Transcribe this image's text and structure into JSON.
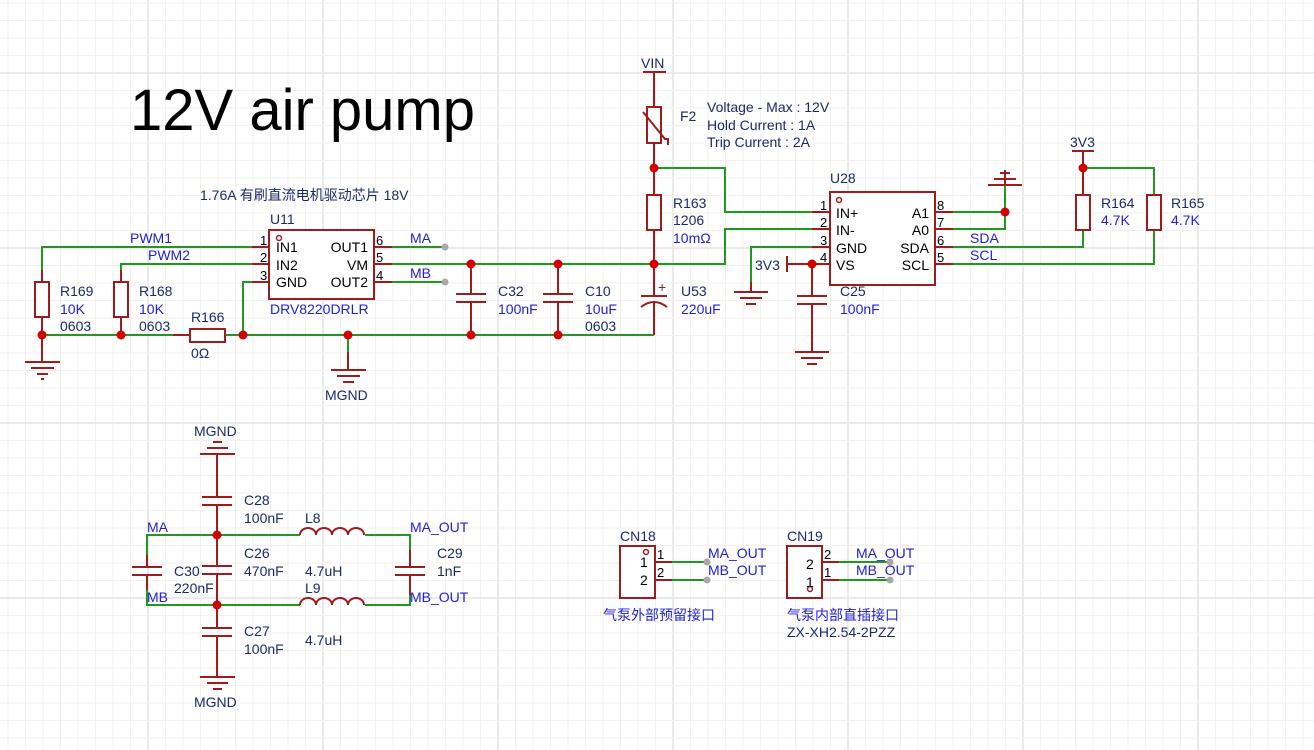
{
  "title": "12V air pump",
  "driver_note": "1.76A 有刷直流电机驱动芯片 18V",
  "u11": {
    "ref": "U11",
    "part": "DRV8220DRLR",
    "pins_left": [
      {
        "num": "1",
        "name": "IN1"
      },
      {
        "num": "2",
        "name": "IN2"
      },
      {
        "num": "3",
        "name": "GND"
      }
    ],
    "pins_right": [
      {
        "num": "6",
        "name": "OUT1"
      },
      {
        "num": "5",
        "name": "VM"
      },
      {
        "num": "4",
        "name": "OUT2"
      }
    ]
  },
  "u28": {
    "ref": "U28",
    "pins_left": [
      {
        "num": "1",
        "name": "IN+"
      },
      {
        "num": "2",
        "name": "IN-"
      },
      {
        "num": "3",
        "name": "GND"
      },
      {
        "num": "4",
        "name": "VS"
      }
    ],
    "pins_right": [
      {
        "num": "8",
        "name": "A1"
      },
      {
        "num": "7",
        "name": "A0"
      },
      {
        "num": "6",
        "name": "SDA"
      },
      {
        "num": "5",
        "name": "SCL"
      }
    ]
  },
  "nets": {
    "pwm1": "PWM1",
    "pwm2": "PWM2",
    "ma": "MA",
    "mb": "MB",
    "mgnd": "MGND",
    "vin": "VIN",
    "v3v3": "3V3",
    "sda": "SDA",
    "scl": "SCL",
    "ma_out": "MA_OUT",
    "mb_out": "MB_OUT"
  },
  "components": {
    "r169": {
      "ref": "R169",
      "value": "10K",
      "package": "0603"
    },
    "r168": {
      "ref": "R168",
      "value": "10K",
      "package": "0603"
    },
    "r166": {
      "ref": "R166",
      "value": "0Ω"
    },
    "c32": {
      "ref": "C32",
      "value": "100nF"
    },
    "c10": {
      "ref": "C10",
      "value": "10uF",
      "package": "0603"
    },
    "u53": {
      "ref": "U53",
      "value": "220uF"
    },
    "f2": {
      "ref": "F2",
      "specs": [
        "Voltage - Max : 12V",
        "Hold Current : 1A",
        "Trip Current : 2A"
      ]
    },
    "r163": {
      "ref": "R163",
      "package": "1206",
      "value": "10mΩ"
    },
    "c25": {
      "ref": "C25",
      "value": "100nF"
    },
    "r164": {
      "ref": "R164",
      "value": "4.7K"
    },
    "r165": {
      "ref": "R165",
      "value": "4.7K"
    },
    "c28": {
      "ref": "C28",
      "value": "100nF"
    },
    "c26": {
      "ref": "C26",
      "value": "470nF"
    },
    "c30": {
      "ref": "C30",
      "value": "220nF"
    },
    "c27": {
      "ref": "C27",
      "value": "100nF"
    },
    "c29": {
      "ref": "C29",
      "value": "1nF"
    },
    "l8": {
      "ref": "L8",
      "value": "4.7uH"
    },
    "l9": {
      "ref": "L9",
      "value": "4.7uH"
    }
  },
  "connectors": {
    "cn18": {
      "ref": "CN18",
      "pins": [
        {
          "num": "1",
          "inner": "1"
        },
        {
          "num": "2",
          "inner": "2"
        }
      ],
      "desc": "气泵外部预留接口"
    },
    "cn19": {
      "ref": "CN19",
      "pins": [
        {
          "num": "2",
          "inner": "2"
        },
        {
          "num": "1",
          "inner": "1"
        }
      ],
      "desc": "气泵内部直插接口",
      "part": "ZX-XH2.54-2PZZ"
    }
  }
}
